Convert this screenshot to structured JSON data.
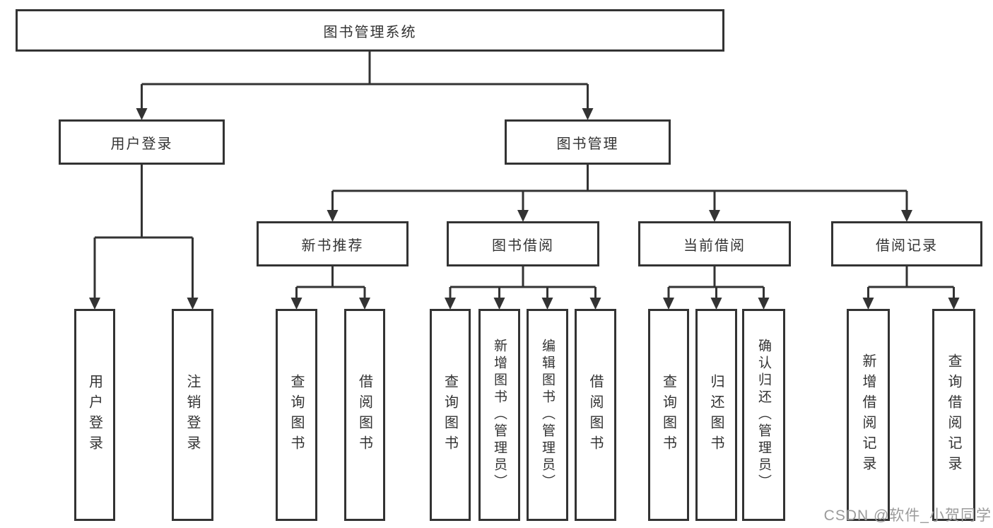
{
  "tree": {
    "root": {
      "label": "图书管理系统"
    },
    "branches": [
      {
        "label": "用户登录",
        "children": [
          "用户登录",
          "注销登录"
        ]
      },
      {
        "label": "图书管理",
        "subbranches": [
          {
            "label": "新书推荐",
            "children": [
              "查询图书",
              "借阅图书"
            ]
          },
          {
            "label": "图书借阅",
            "children": [
              "查询图书",
              "新增图书（管理员）",
              "编辑图书（管理员）",
              "借阅图书"
            ]
          },
          {
            "label": "当前借阅",
            "children": [
              "查询图书",
              "归还图书",
              "确认归还（管理员）"
            ]
          },
          {
            "label": "借阅记录",
            "children": [
              "新增借阅记录",
              "查询借阅记录"
            ]
          }
        ]
      }
    ]
  },
  "watermark": "CSDN @软件_小贺同学",
  "colors": {
    "line": "#333333",
    "text": "#333333",
    "background": "#ffffff",
    "watermark": "#9b9b9b"
  }
}
